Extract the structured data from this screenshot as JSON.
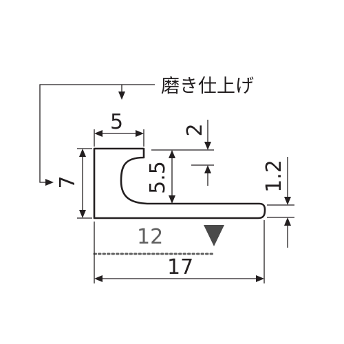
{
  "note": {
    "label": "磨き仕上げ"
  },
  "dimensions": {
    "top_width": "5",
    "slot_depth": "5.5",
    "lip_thickness": "2",
    "height": "7",
    "base_thickness": "1.2",
    "inner_length": "12",
    "total_length": "17"
  },
  "colors": {
    "line": "#231f20",
    "marker": "#4a4a4a",
    "dotted": "#606060"
  }
}
